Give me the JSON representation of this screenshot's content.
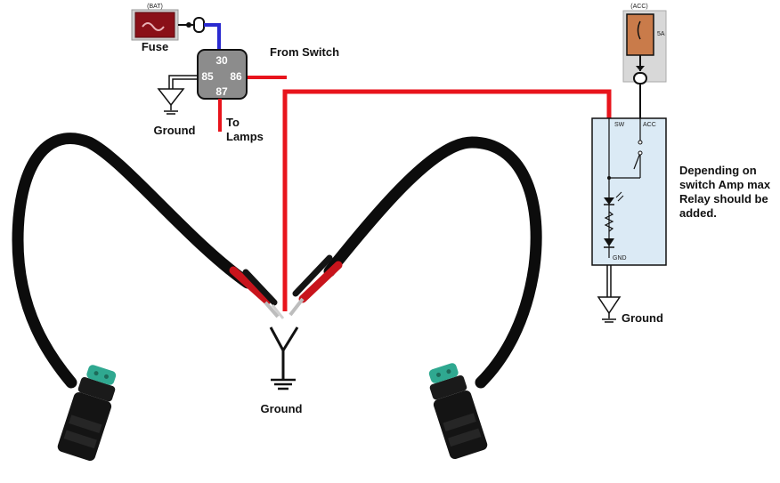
{
  "fuse": {
    "tag": "(BAT)",
    "label": "Fuse"
  },
  "relay": {
    "pin30": "30",
    "pin85": "85",
    "pin86": "86",
    "pin87": "87",
    "from_switch": "From Switch",
    "to_lamps_1": "To",
    "to_lamps_2": "Lamps",
    "ground": "Ground"
  },
  "acc_fuse": {
    "tag": "(ACC)",
    "rating": "5A"
  },
  "switch_box": {
    "sw": "SW",
    "acc": "ACC",
    "gnd": "GND",
    "ground": "Ground"
  },
  "note": {
    "line1": "Depending on",
    "line2": "switch Amp max",
    "line3": "Relay should be",
    "line4": "added."
  },
  "harness_ground": "Ground",
  "colors": {
    "wire_red": "#e8141c",
    "wire_blue": "#2a2ad0",
    "cable_black": "#0c0c0c",
    "connector_teal": "#2fa890",
    "fuse_red": "#8a1018",
    "fuse_orange": "#c97b4a",
    "relay_gray": "#8c8c8c",
    "switch_box_fill": "#dbeaf5"
  }
}
